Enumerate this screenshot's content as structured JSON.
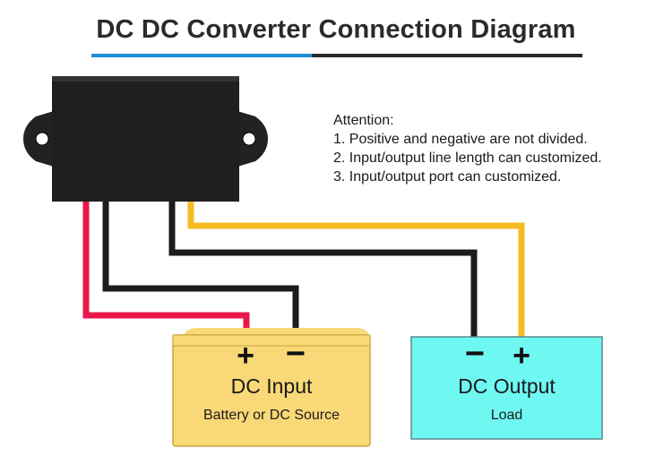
{
  "title": "DC DC Converter Connection Diagram",
  "attention": {
    "heading": "Attention:",
    "notes": [
      "1. Positive and negative are not divided.",
      "2. Input/output line length can customized.",
      "3. Input/output port can customized."
    ]
  },
  "input_box": {
    "label": "DC Input",
    "sublabel": "Battery or DC Source",
    "plus": "+",
    "minus": "−",
    "fill": "#f9d877"
  },
  "output_box": {
    "label": "DC Output",
    "sublabel": "Load",
    "minus": "−",
    "plus": "+",
    "fill": "#6ff7f2"
  },
  "colors": {
    "wire_red": "#e8174a",
    "wire_black": "#1c1c1c",
    "wire_yellow": "#f5bd22",
    "converter": "#1f1f1f",
    "accent_blue": "#1e8fd6"
  }
}
